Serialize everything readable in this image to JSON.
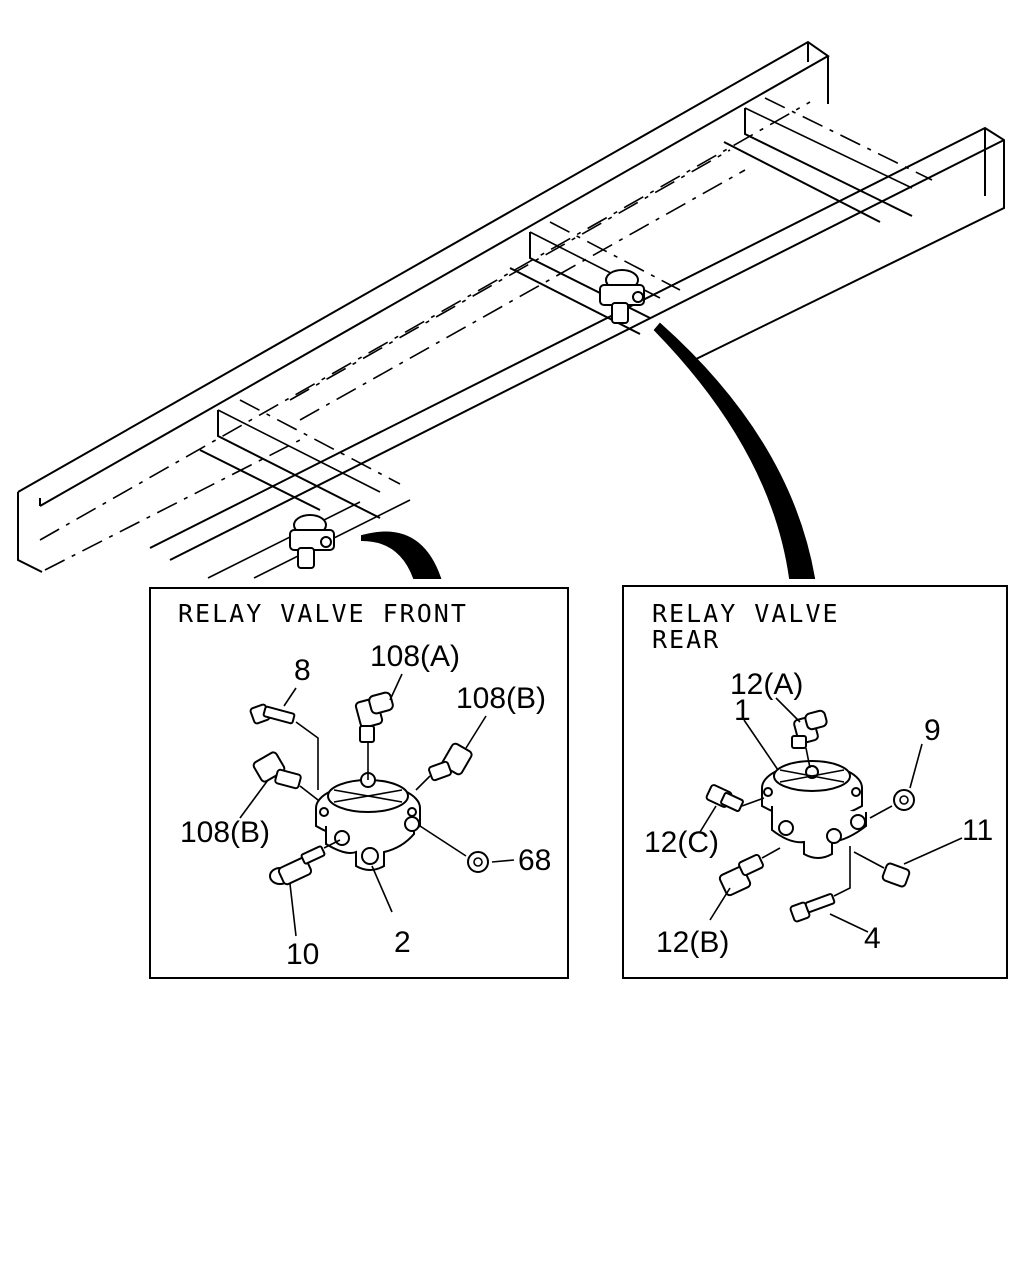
{
  "panels": {
    "front": {
      "title": "RELAY VALVE FRONT",
      "callouts": {
        "c8": "8",
        "c108a": "108(A)",
        "c108b_top": "108(B)",
        "c108b_left": "108(B)",
        "c68": "68",
        "c10": "10",
        "c2": "2"
      }
    },
    "rear": {
      "title_line1": "RELAY VALVE",
      "title_line2": "REAR",
      "callouts": {
        "c12a": "12(A)",
        "c1": "1",
        "c9": "9",
        "c12c": "12(C)",
        "c11": "11",
        "c12b": "12(B)",
        "c4": "4"
      }
    }
  }
}
